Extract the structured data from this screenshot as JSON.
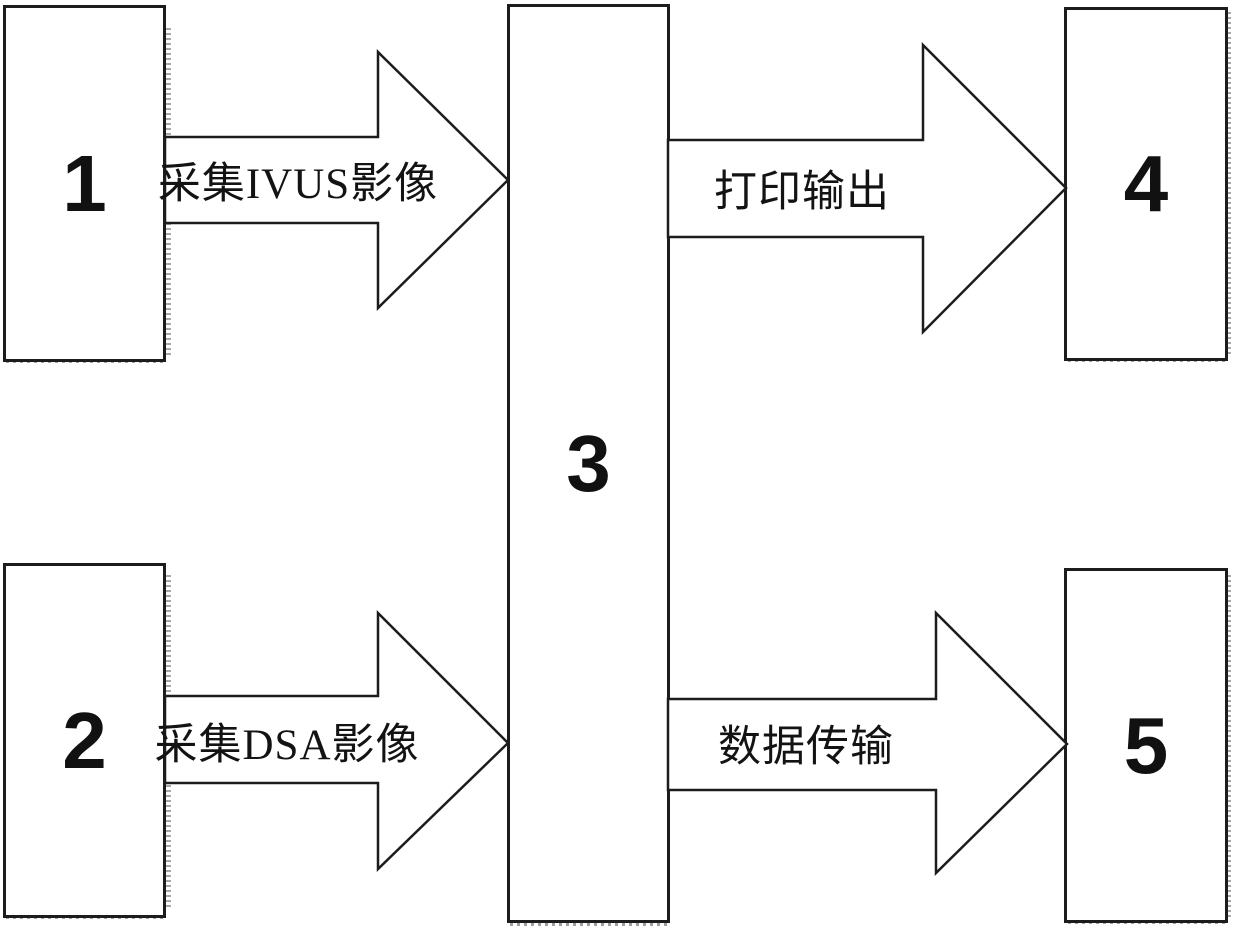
{
  "diagram": {
    "type": "flow-block-diagram",
    "background_color": "#ffffff",
    "line_color": "#1c1c1c",
    "nodes": [
      {
        "id": "node-1",
        "label": "1"
      },
      {
        "id": "node-2",
        "label": "2"
      },
      {
        "id": "node-3",
        "label": "3"
      },
      {
        "id": "node-4",
        "label": "4"
      },
      {
        "id": "node-5",
        "label": "5"
      }
    ],
    "edges": [
      {
        "from": "1",
        "to": "3",
        "label": "采集IVUS影像"
      },
      {
        "from": "2",
        "to": "3",
        "label": "采集DSA影像"
      },
      {
        "from": "3",
        "to": "4",
        "label": "打印输出"
      },
      {
        "from": "3",
        "to": "5",
        "label": "数据传输"
      }
    ]
  }
}
